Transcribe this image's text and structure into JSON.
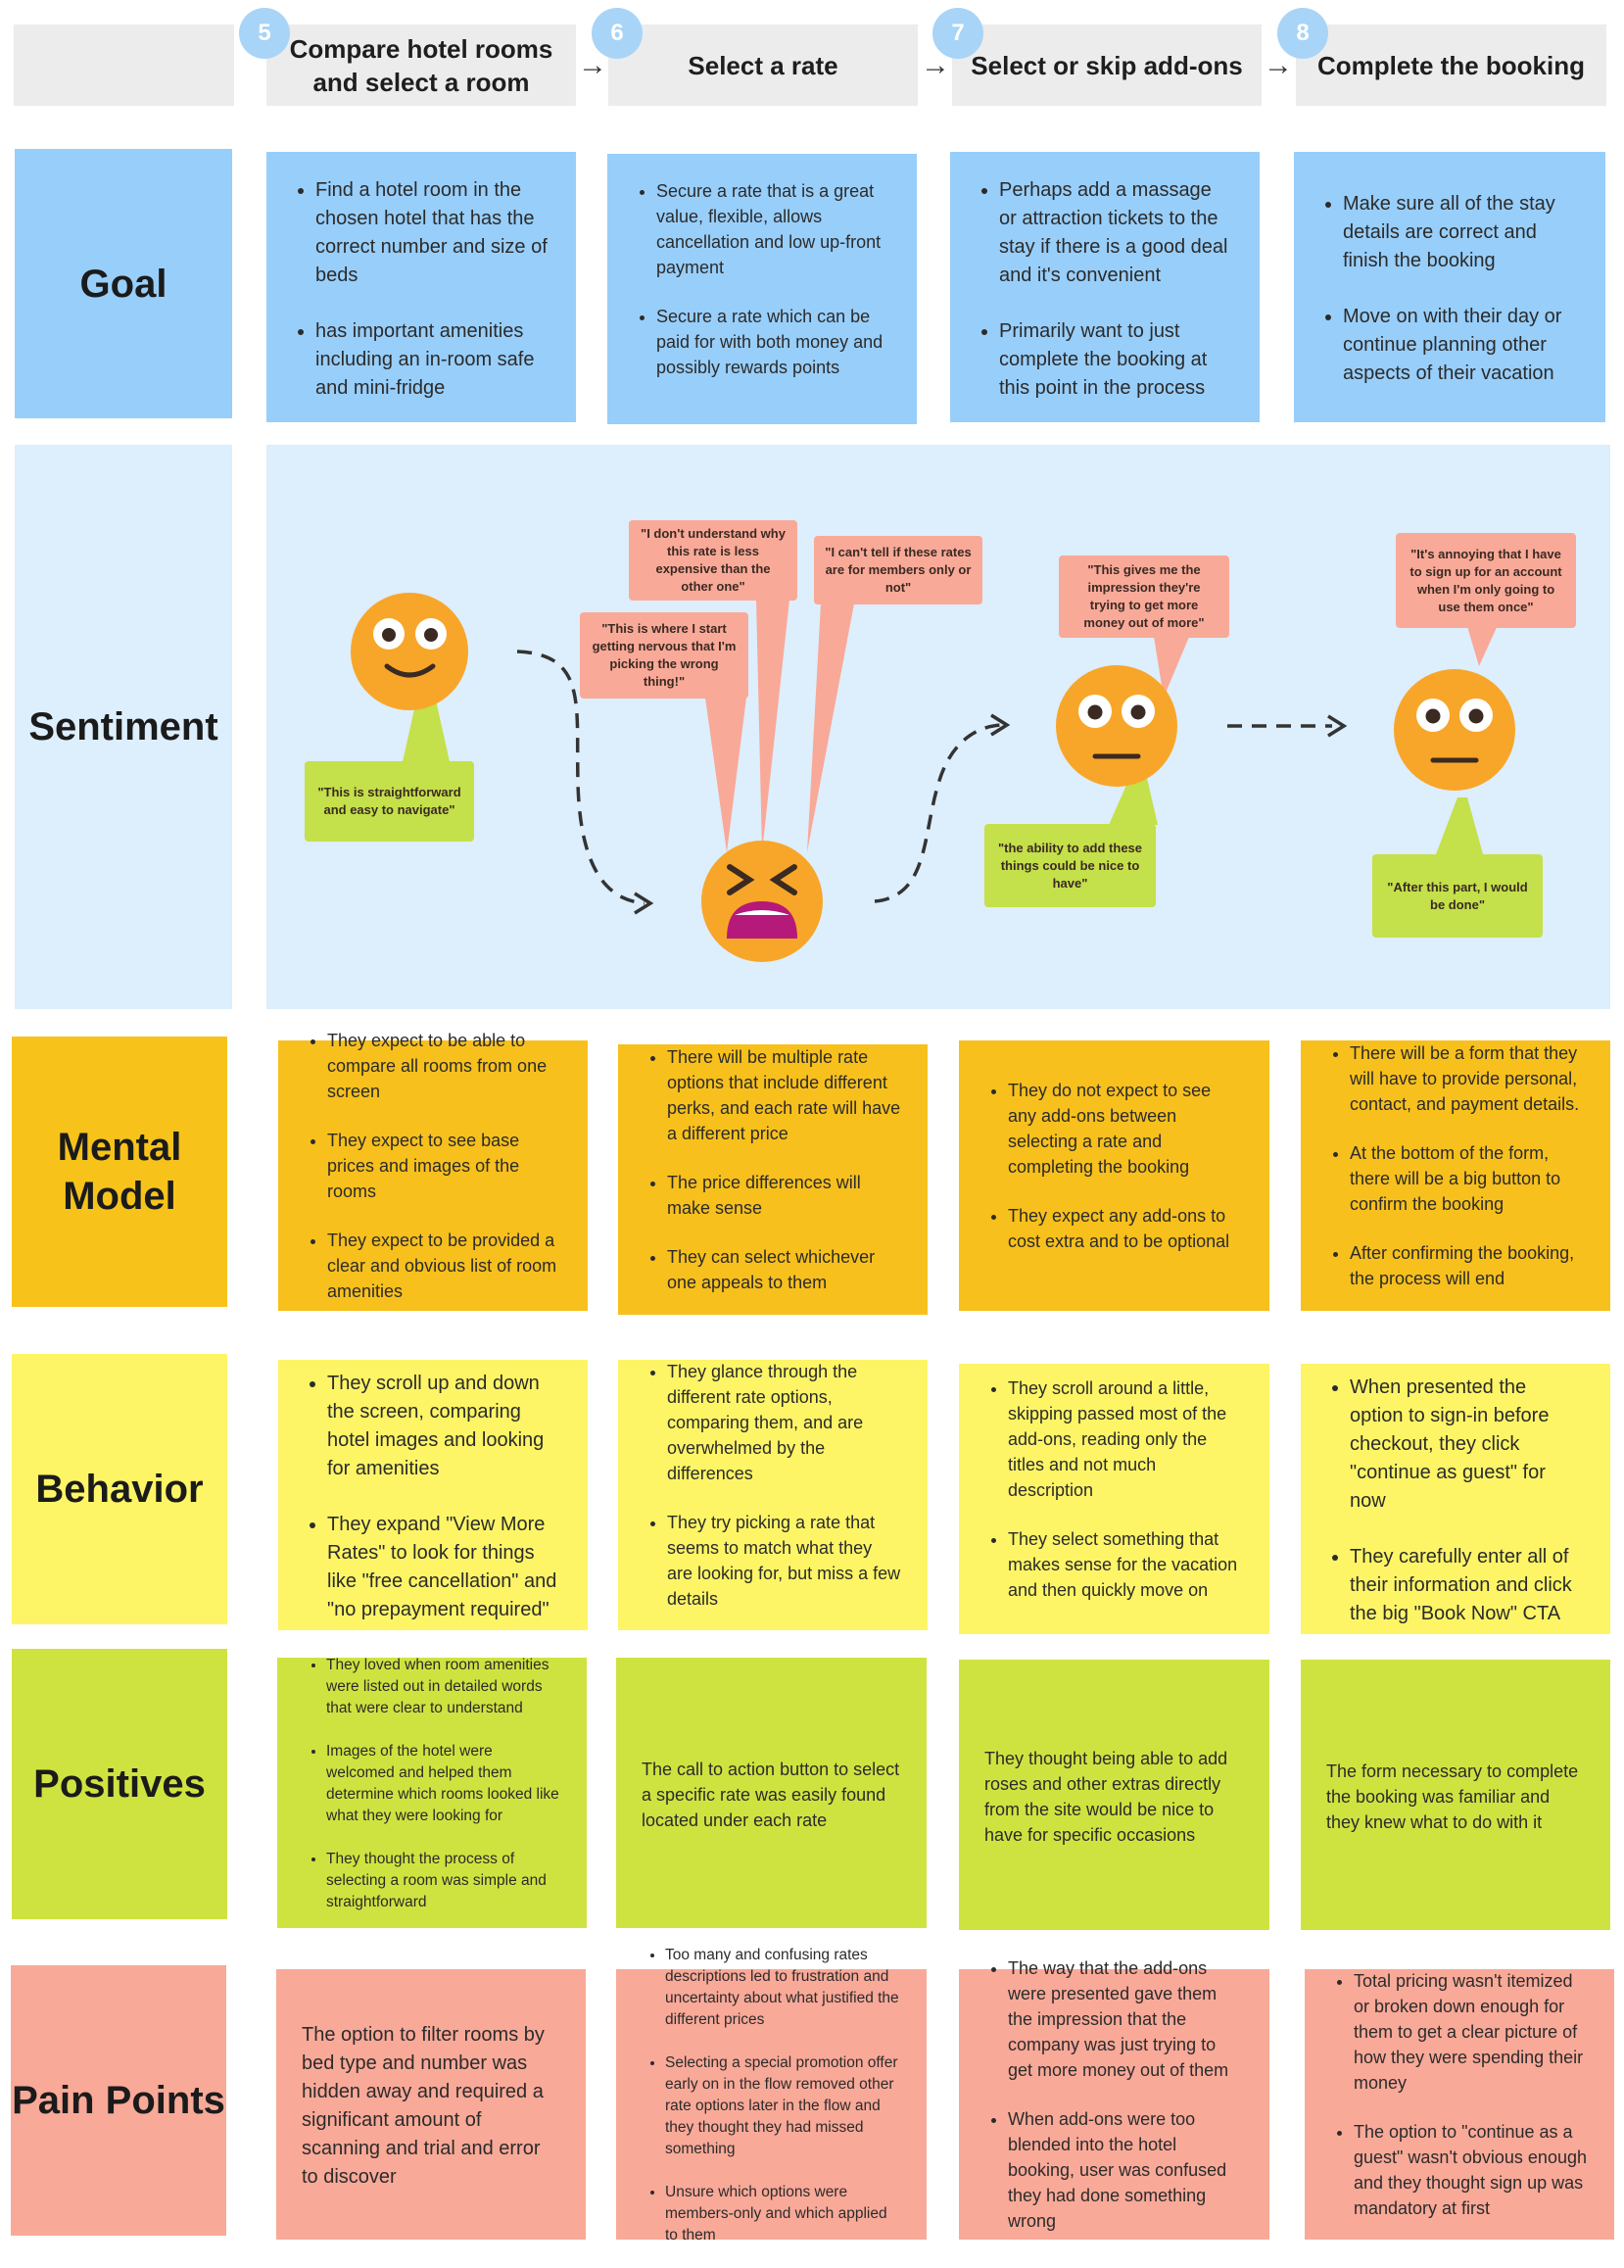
{
  "steps": [
    {
      "num": "5",
      "title": "Compare hotel rooms and select a room"
    },
    {
      "num": "6",
      "title": "Select a rate"
    },
    {
      "num": "7",
      "title": "Select or skip add-ons"
    },
    {
      "num": "8",
      "title": "Complete the booking"
    }
  ],
  "rows": {
    "goal": "Goal",
    "sentiment": "Sentiment",
    "mental_model": "Mental Model",
    "behavior": "Behavior",
    "positives": "Positives",
    "pain_points": "Pain Points"
  },
  "goal": [
    [
      "Find a hotel room in the chosen hotel that has the correct number and size of beds",
      "has important amenities including an in-room safe and mini-fridge"
    ],
    [
      "Secure a rate that is a great value, flexible, allows cancellation and low up-front payment",
      "Secure a rate which can be paid for with both money and possibly rewards points"
    ],
    [
      "Perhaps add a massage or attraction tickets to the stay if there is a good deal and it's convenient",
      "Primarily want to just complete the booking at this point in the process"
    ],
    [
      "Make sure all of the stay details are correct and finish the booking",
      "Move on with their day or continue planning other aspects of their vacation"
    ]
  ],
  "sentiment": {
    "quotes_step5": [
      "\"This is straightforward and easy to navigate\""
    ],
    "quotes_step6": [
      "\"I don't understand why this rate is less expensive than the other one\"",
      "\"This is where I start getting nervous that I'm picking the wrong thing!\"",
      "\"I can't tell if these rates are for members only or not\""
    ],
    "quotes_step7": [
      "\"This gives me the impression they're trying to get more money out of more\"",
      "\"the ability to add these things could be nice to have\""
    ],
    "quotes_step8": [
      "\"It's annoying that I have to sign up for an account when I'm only going to use them once\"",
      "\"After this part, I would be done\""
    ],
    "faces": [
      "smiling-face-icon",
      "tired-face-icon",
      "neutral-face-icon",
      "neutral-face-icon"
    ]
  },
  "mental_model": [
    [
      "They expect to be able to compare all rooms from one screen",
      "They expect to see base prices and images of the rooms",
      "They expect to be provided a clear and obvious list of room amenities"
    ],
    [
      "There will be multiple rate options that include different perks, and each rate will have a different price",
      "The price differences will make sense",
      "They can select whichever one appeals to them"
    ],
    [
      "They do not expect to see any add-ons between selecting a rate and completing the booking",
      "They expect any add-ons to cost extra and to be optional"
    ],
    [
      "There will be a form that they will have to provide personal, contact, and payment details.",
      "At the bottom of the form, there will be a big button to confirm the booking",
      "After confirming the booking, the process will end"
    ]
  ],
  "behavior": [
    [
      "They scroll up and down the screen, comparing hotel images and looking for amenities",
      "They expand \"View More Rates\" to look for things like \"free cancellation\" and \"no prepayment required\""
    ],
    [
      "They glance through the different rate options, comparing them, and are overwhelmed by the differences",
      "They try picking a rate that seems to match what they are looking for, but miss a few details"
    ],
    [
      "They scroll around a little, skipping passed most of the add-ons, reading only the titles and not much description",
      "They select something that makes sense for the vacation and then quickly move on"
    ],
    [
      "When presented the option to sign-in before checkout, they click \"continue as guest\" for now",
      "They carefully enter all of their information and click the big \"Book Now\" CTA"
    ]
  ],
  "positives": [
    [
      "They loved when room amenities were listed out in detailed words that were clear to understand",
      "Images of the hotel were welcomed and helped them determine which rooms looked like what they were looking for",
      "They thought the process of selecting a room was simple and straightforward"
    ],
    "The call to action button to select a specific rate was easily found located under each rate",
    "They thought being able to add roses and other extras directly from the site would be nice to have for specific occasions",
    "The form necessary to complete the booking was familiar and they knew what to do with it"
  ],
  "pain_points": [
    "The option to filter rooms by bed type and number was hidden away and required a significant amount of scanning and trial and error to discover",
    [
      "Too many and confusing rates descriptions led to frustration and uncertainty about what justified the different prices",
      "Selecting a special promotion offer early on in the flow removed other rate options later in the flow and they thought they had missed something",
      "Unsure which options were members-only and which applied to them"
    ],
    [
      "The way that the add-ons were presented gave them the impression that the company was just trying to get more money out of them",
      "When add-ons were too blended into the hotel booking, user was confused they had done something wrong"
    ],
    [
      "Total pricing wasn't itemized or broken down enough for them to get a clear picture of how they were spending their money",
      "The option to \"continue as a guest\" wasn't obvious enough and they thought sign up was mandatory at first"
    ]
  ],
  "colors": {
    "goal": "#98cefa",
    "sentiment": "#ddeefc",
    "mental_model": "#f7c31b",
    "behavior": "#fdf566",
    "positives": "#cfe340",
    "pain_points": "#f9a998",
    "badge": "#a8d4f7"
  }
}
